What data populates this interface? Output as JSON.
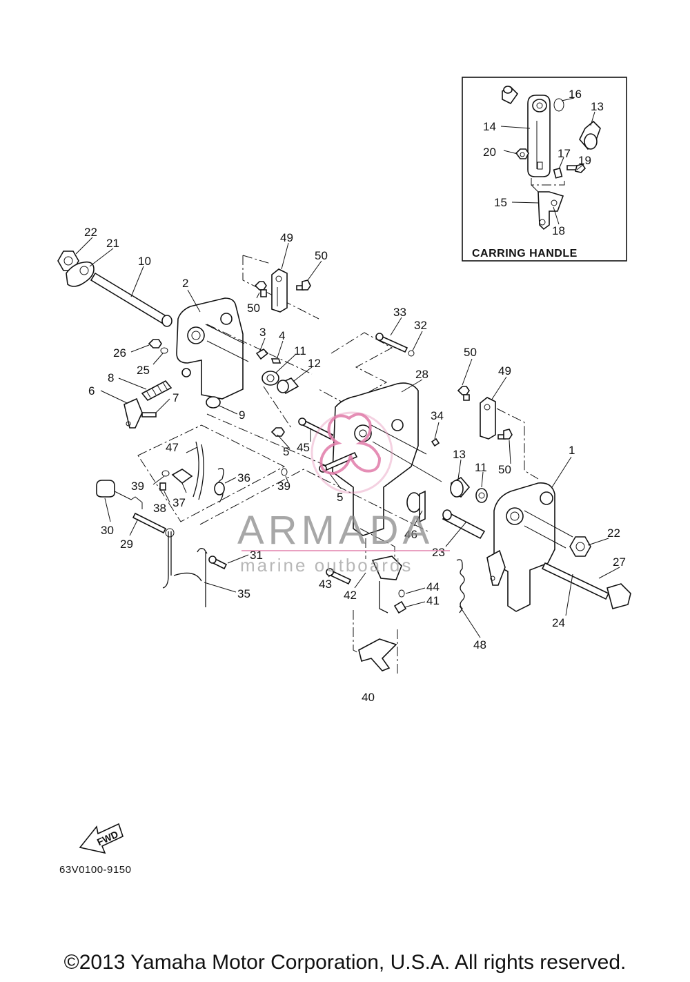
{
  "diagram_code": "63V0100-9150",
  "copyright": "©2013 Yamaha Motor Corporation, U.S.A. All rights reserved.",
  "inset": {
    "title": "CARRING HANDLE"
  },
  "watermark": {
    "name": "ARMADA",
    "tagline": "marine outboards",
    "accent_color": "#e07aa8"
  },
  "direction_label": "FWD",
  "callouts": {
    "c1": "1",
    "c2": "2",
    "c3": "3",
    "c4": "4",
    "c5a": "5",
    "c5b": "5",
    "c6": "6",
    "c7": "7",
    "c8": "8",
    "c9": "9",
    "c10": "10",
    "c11a": "11",
    "c11b": "11",
    "c12": "12",
    "c13a": "13",
    "c13b": "13",
    "c14": "14",
    "c15": "15",
    "c16": "16",
    "c17": "17",
    "c18": "18",
    "c19": "19",
    "c20": "20",
    "c21": "21",
    "c22a": "22",
    "c22b": "22",
    "c23": "23",
    "c24": "24",
    "c25": "25",
    "c26": "26",
    "c27": "27",
    "c28": "28",
    "c29": "29",
    "c30": "30",
    "c31": "31",
    "c32": "32",
    "c33": "33",
    "c34": "34",
    "c35": "35",
    "c36": "36",
    "c37": "37",
    "c38": "38",
    "c39a": "39",
    "c39b": "39",
    "c40": "40",
    "c41": "41",
    "c42": "42",
    "c43": "43",
    "c44": "44",
    "c45": "45",
    "c46": "46",
    "c47": "47",
    "c48": "48",
    "c49a": "49",
    "c49b": "49",
    "c50a": "50",
    "c50b": "50",
    "c50c": "50"
  }
}
